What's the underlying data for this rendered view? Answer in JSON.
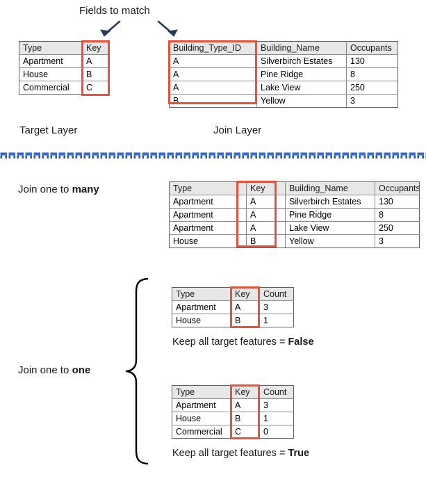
{
  "title_note": "Fields to match",
  "labels": {
    "fields_to_match": "Fields to match",
    "target_layer": "Target Layer",
    "join_layer": "Join Layer",
    "join_one_to_many_prefix": "Join one to ",
    "join_one_to_many_emph": "many",
    "join_one_to_one_prefix": "Join one to ",
    "join_one_to_one_emph": "one",
    "keep_false_prefix": "Keep all target features = ",
    "keep_false_emph": "False",
    "keep_true_prefix": "Keep all target features = ",
    "keep_true_emph": "True"
  },
  "colors": {
    "highlight_red": "#e8523c",
    "header_gray": "#e7e7e7",
    "divider_blue": "#1f56b0",
    "divider_blue_light": "#3d74d4",
    "text": "#1a1a1a"
  },
  "target_table": {
    "name": "Target Layer",
    "columns": [
      "Type",
      "Key"
    ],
    "rows": [
      [
        "Apartment",
        "A"
      ],
      [
        "House",
        "B"
      ],
      [
        "Commercial",
        "C"
      ]
    ],
    "highlight_column": "Key"
  },
  "join_table": {
    "name": "Join Layer",
    "columns": [
      "Building_Type_ID",
      "Building_Name",
      "Occupants"
    ],
    "rows": [
      [
        "A",
        "Silverbirch Estates",
        "130"
      ],
      [
        "A",
        "Pine Ridge",
        "8"
      ],
      [
        "A",
        "Lake View",
        "250"
      ],
      [
        "B",
        "Yellow",
        "3"
      ]
    ],
    "highlight_column": "Building_Type_ID"
  },
  "one_to_many_table": {
    "columns": [
      "Type",
      "Key",
      "Building_Name",
      "Occupants"
    ],
    "rows": [
      [
        "Apartment",
        "A",
        "Silverbirch Estates",
        "130"
      ],
      [
        "Apartment",
        "A",
        "Pine Ridge",
        "8"
      ],
      [
        "Apartment",
        "A",
        "Lake View",
        "250"
      ],
      [
        "House",
        "B",
        "Yellow",
        "3"
      ]
    ],
    "highlight_column": "Key"
  },
  "one_to_one_false_table": {
    "columns": [
      "Type",
      "Key",
      "Count"
    ],
    "rows": [
      [
        "Apartment",
        "A",
        "3"
      ],
      [
        "House",
        "B",
        "1"
      ]
    ],
    "highlight_column": "Key"
  },
  "one_to_one_true_table": {
    "columns": [
      "Type",
      "Key",
      "Count"
    ],
    "rows": [
      [
        "Apartment",
        "A",
        "3"
      ],
      [
        "House",
        "B",
        "1"
      ],
      [
        "Commercial",
        "C",
        "0"
      ]
    ],
    "highlight_column": "Key"
  },
  "icons": {
    "arrow_left": "arrow-down-left-icon",
    "arrow_right": "arrow-down-right-icon",
    "brace": "curly-brace-icon",
    "divider": "decorative-divider-icon"
  }
}
